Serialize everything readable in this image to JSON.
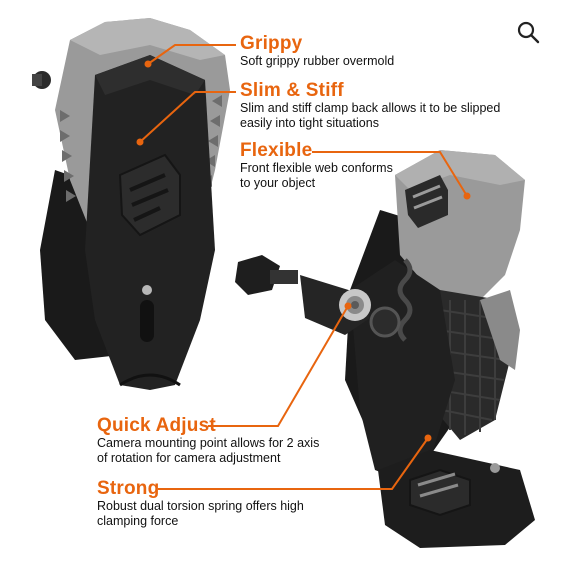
{
  "colors": {
    "accent": "#e8650f",
    "body_dark": "#1f1f1f",
    "rubber_gray": "#9a9a9a",
    "text": "#111111"
  },
  "search_icon": "search-icon",
  "features": [
    {
      "title": "Grippy",
      "desc": [
        "Soft grippy rubber overmold"
      ]
    },
    {
      "title": "Slim & Stiff",
      "desc": [
        "Slim and stiff clamp back allows it to be slipped",
        "easily into tight situations"
      ]
    },
    {
      "title": "Flexible",
      "desc": [
        "Front flexible web conforms",
        "to your object"
      ]
    },
    {
      "title": "Quick Adjust",
      "desc": [
        "Camera mounting point allows for 2 axis",
        "of rotation for camera adjustment"
      ]
    },
    {
      "title": "Strong",
      "desc": [
        "Robust dual torsion spring offers high",
        "clamping force"
      ]
    }
  ]
}
